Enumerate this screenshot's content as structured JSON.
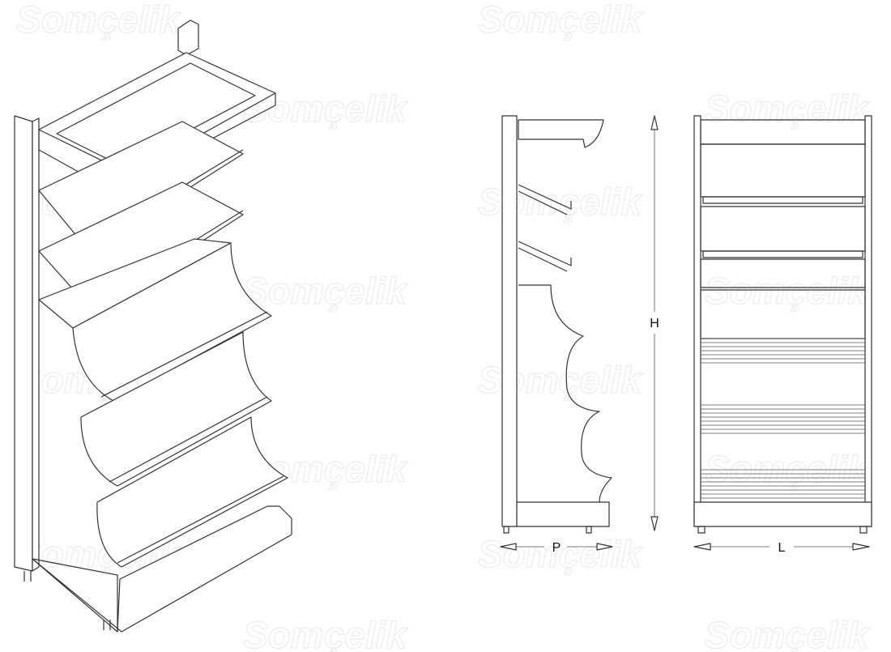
{
  "watermark": "Somçelik",
  "dimensions": {
    "height_label": "H",
    "depth_label": "P",
    "length_label": "L"
  },
  "views": [
    "isometric-view",
    "side-view",
    "front-view"
  ]
}
